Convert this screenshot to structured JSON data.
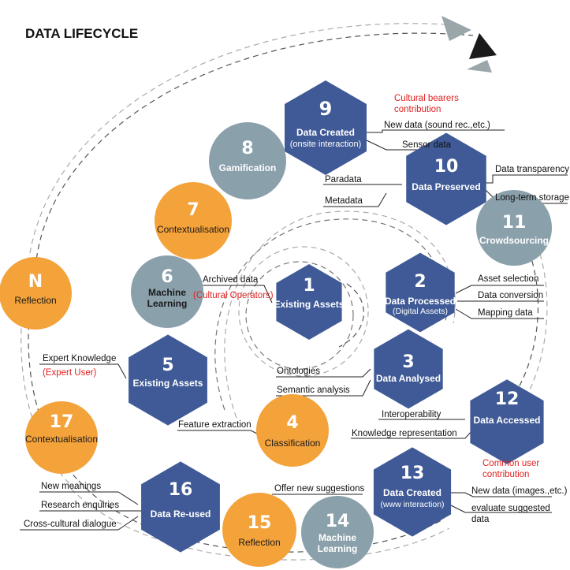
{
  "title": "DATA LIFECYCLE",
  "colors": {
    "hex_blue": "#3f5a96",
    "circle_grey": "#8aa0ab",
    "circle_orange": "#f4a23a",
    "annotation_red": "#e02020",
    "spiral_line": "#555555"
  },
  "nodes": {
    "n1": {
      "number": "1",
      "label": "Existing Assets",
      "shape": "hexagon"
    },
    "n2": {
      "number": "2",
      "label": "Data Processed",
      "sub": "(Digital Assets)",
      "shape": "hexagon"
    },
    "n3": {
      "number": "3",
      "label": "Data Analysed",
      "shape": "hexagon"
    },
    "n4": {
      "number": "4",
      "label": "Classification",
      "shape": "circle-orange"
    },
    "n5": {
      "number": "5",
      "label": "Existing Assets",
      "shape": "hexagon"
    },
    "n6": {
      "number": "6",
      "label_line1": "Machine",
      "label_line2": "Learning",
      "shape": "circle-grey"
    },
    "n7": {
      "number": "7",
      "label": "Contextualisation",
      "shape": "circle-orange"
    },
    "n8": {
      "number": "8",
      "label": "Gamification",
      "shape": "circle-grey"
    },
    "n9": {
      "number": "9",
      "label": "Data Created",
      "sub": "(onsite interaction)",
      "shape": "hexagon"
    },
    "n10": {
      "number": "10",
      "label": "Data Preserved",
      "shape": "hexagon"
    },
    "n11": {
      "number": "11",
      "label": "Crowdsourcing",
      "shape": "circle-grey"
    },
    "n12": {
      "number": "12",
      "label": "Data Accessed",
      "shape": "hexagon"
    },
    "n13": {
      "number": "13",
      "label": "Data Created",
      "sub": "(www interaction)",
      "shape": "hexagon"
    },
    "n14": {
      "number": "14",
      "label_line1": "Machine",
      "label_line2": "Learning",
      "shape": "circle-grey"
    },
    "n15": {
      "number": "15",
      "label": "Reflection",
      "shape": "circle-orange"
    },
    "n16": {
      "number": "16",
      "label": "Data Re-used",
      "shape": "hexagon"
    },
    "n17": {
      "number": "17",
      "label": "Contextualisation",
      "shape": "circle-orange"
    },
    "nN": {
      "number": "N",
      "label": "Reflection",
      "shape": "circle-orange"
    }
  },
  "annotations": {
    "cultural_bearers_1": "Cultural bearers",
    "cultural_bearers_2": "contribution",
    "new_data_sound": "New data (sound rec.,etc.)",
    "sensor_data": "Sensor data",
    "paradata": "Paradata",
    "metadata": "Metadata",
    "data_transparency": "Data transparency",
    "long_term_storage": "Long-term storage",
    "archived_data": "Archived data",
    "cultural_operators": "(Cultural Operators)",
    "asset_selection": "Asset selection",
    "data_conversion": "Data conversion",
    "mapping_data": "Mapping data",
    "expert_knowledge": "Expert Knowledge",
    "expert_user": "(Expert User)",
    "ontologies": "Ontologies",
    "semantic_analysis": "Semantic analysis",
    "feature_extraction": "Feature extraction",
    "interoperability": "Interoperability",
    "knowledge_representation": "Knowledge representation",
    "common_user_1": "Common user",
    "common_user_2": "contribution",
    "offer_new_suggestions": "Offer new suggestions",
    "new_data_images": "New data (images.,etc.)",
    "evaluate_1": "evaluate suggested",
    "evaluate_2": "data",
    "new_meanings": "New meanings",
    "research_enquiries": "Research enquiries",
    "cross_cultural": "Cross-cultural dialogue"
  }
}
